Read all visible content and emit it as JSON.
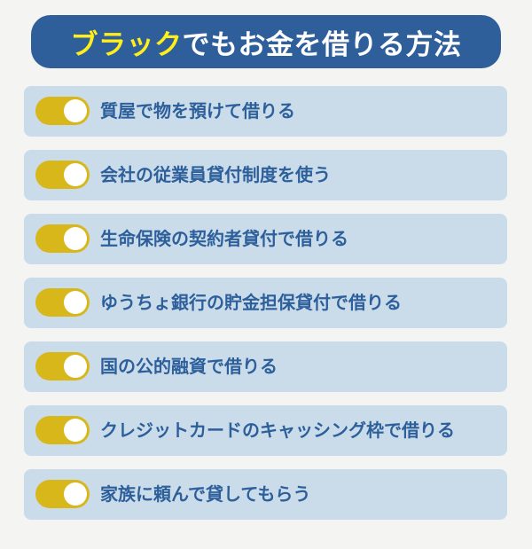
{
  "banner": {
    "title_accent": "ブラック",
    "title_rest": "でもお金を借りる方法",
    "background_color": "#2f5f9b",
    "accent_color": "#ffee1a"
  },
  "methods": [
    {
      "label": "質屋で物を預けて借りる",
      "toggle_on": true
    },
    {
      "label": "会社の従業員貸付制度を使う",
      "toggle_on": true
    },
    {
      "label": "生命保険の契約者貸付で借りる",
      "toggle_on": true
    },
    {
      "label": "ゆうちょ銀行の貯金担保貸付で借りる",
      "toggle_on": true
    },
    {
      "label": "国の公的融資で借りる",
      "toggle_on": true
    },
    {
      "label": "クレジットカードのキャッシング枠で借りる",
      "toggle_on": true
    },
    {
      "label": "家族に頼んで貸してもらう",
      "toggle_on": true
    }
  ],
  "colors": {
    "row_background": "#cadcea",
    "toggle_on": "#d8b71b",
    "label_text": "#2d5f9b",
    "page_background": "#f4f4f3"
  }
}
